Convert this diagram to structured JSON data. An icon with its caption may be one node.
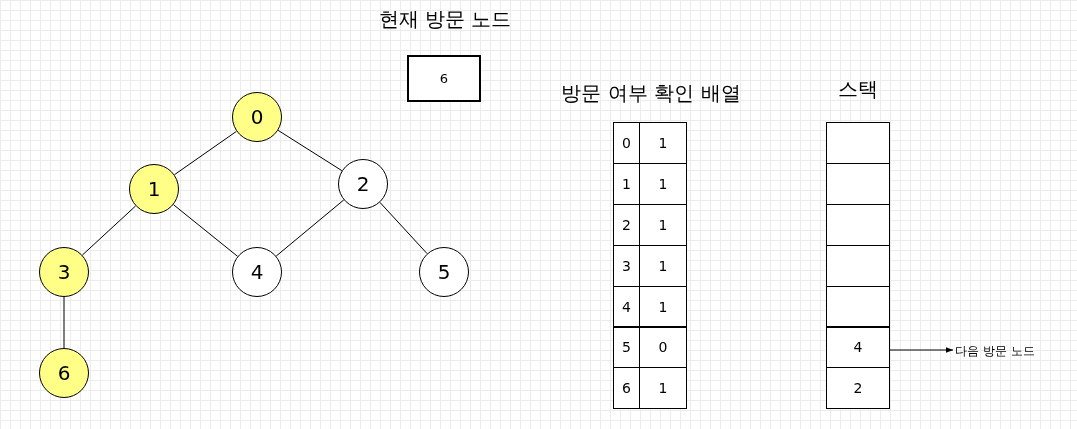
{
  "diagram": {
    "nodes": [
      {
        "text": [
          "0"
        ]
      },
      {
        "text": [
          "1"
        ]
      },
      {
        "text": [
          "2"
        ]
      },
      {
        "text": [
          "3"
        ]
      },
      {
        "text": [
          "4"
        ]
      },
      {
        "text": [
          "5"
        ]
      },
      {
        "text": [
          "6"
        ]
      },
      {
        "text": [
          "현재 방문 노드",
          "6"
        ]
      },
      {
        "text": [
          "스택"
        ]
      },
      {
        "text": [],
        "shape": "box",
        "in": 8
      },
      {
        "text": [],
        "shape": "box",
        "in": 8
      },
      {
        "text": [],
        "shape": "box",
        "in": 8
      },
      {
        "text": [],
        "shape": "box",
        "in": 8
      },
      {
        "text": [],
        "shape": "box",
        "in": 8
      },
      {
        "text": [
          "4"
        ],
        "in": 8
      },
      {
        "text": [
          "2"
        ],
        "in": 8
      },
      {
        "text": [
          "다음 방문 노드"
        ]
      }
    ],
    "edges": [
      {
        "from": 0,
        "to": 1,
        "arrow": "none"
      },
      {
        "from": 0,
        "to": 2,
        "arrow": "none"
      },
      {
        "from": 1,
        "to": 3,
        "arrow": "none"
      },
      {
        "from": 1,
        "to": 4,
        "arrow": "none"
      },
      {
        "from": 2,
        "to": 4,
        "arrow": "none"
      },
      {
        "from": 2,
        "to": 5,
        "arrow": "none"
      },
      {
        "from": 3,
        "to": 6,
        "arrow": "none"
      },
      {
        "from": 14,
        "to": 16,
        "arrow": "to"
      }
    ],
    "labels": [
      "방문 여부 확인 배열",
      "0",
      "1",
      "1",
      "1",
      "2",
      "1",
      "3",
      "1",
      "4",
      "1",
      "5",
      "0",
      "6",
      "1"
    ]
  }
}
